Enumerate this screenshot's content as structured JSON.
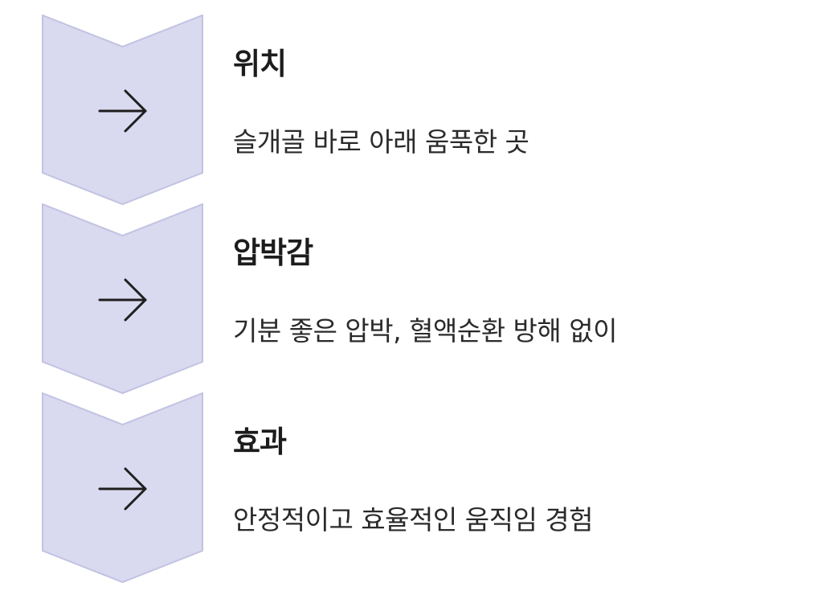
{
  "colors": {
    "chevron_fill": "#d9d9ef",
    "chevron_stroke": "#c2c2e2",
    "arrow": "#1f1f1f",
    "title": "#1c1c1c",
    "text": "#2a2a2a"
  },
  "steps": [
    {
      "icon": "arrow-right-icon",
      "title": "위치",
      "description": "슬개골 바로 아래 움푹한 곳"
    },
    {
      "icon": "arrow-right-icon",
      "title": "압박감",
      "description": "기분 좋은 압박, 혈액순환 방해 없이"
    },
    {
      "icon": "arrow-right-icon",
      "title": "효과",
      "description": "안정적이고 효율적인 움직임 경험"
    }
  ]
}
